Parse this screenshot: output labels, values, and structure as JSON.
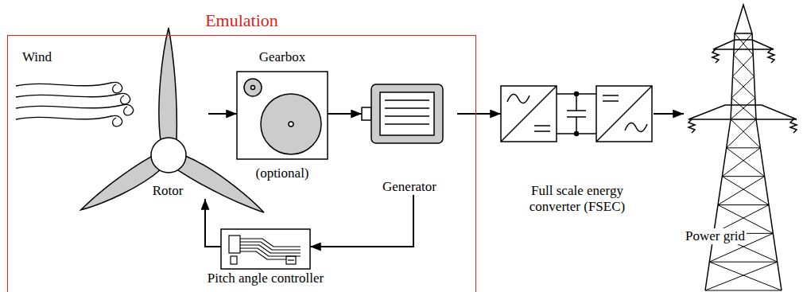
{
  "diagram": {
    "nodes": [
      {
        "text": [
          "Emulation"
        ]
      },
      {
        "text": [
          "Rotor"
        ],
        "in": 0
      },
      {
        "text": [
          "Gearbox",
          "(optional)"
        ],
        "in": 0
      },
      {
        "text": [
          "Generator"
        ],
        "in": 0
      },
      {
        "text": [
          "Pitch angle controller"
        ],
        "in": 0
      },
      {
        "text": [
          "Full scale energy converter (FSEC)"
        ]
      },
      {
        "text": [
          "Power grid"
        ]
      }
    ],
    "edges": [
      {
        "from": 1,
        "to": 2,
        "arrow": "to"
      },
      {
        "from": 2,
        "to": 3,
        "arrow": "to"
      },
      {
        "from": 3,
        "to": 5,
        "arrow": "to"
      },
      {
        "from": 5,
        "to": 6,
        "arrow": "to"
      },
      {
        "from": 3,
        "to": 4,
        "arrow": "to"
      },
      {
        "from": 4,
        "to": 1,
        "arrow": "to"
      }
    ],
    "labels": [
      "Wind"
    ]
  }
}
